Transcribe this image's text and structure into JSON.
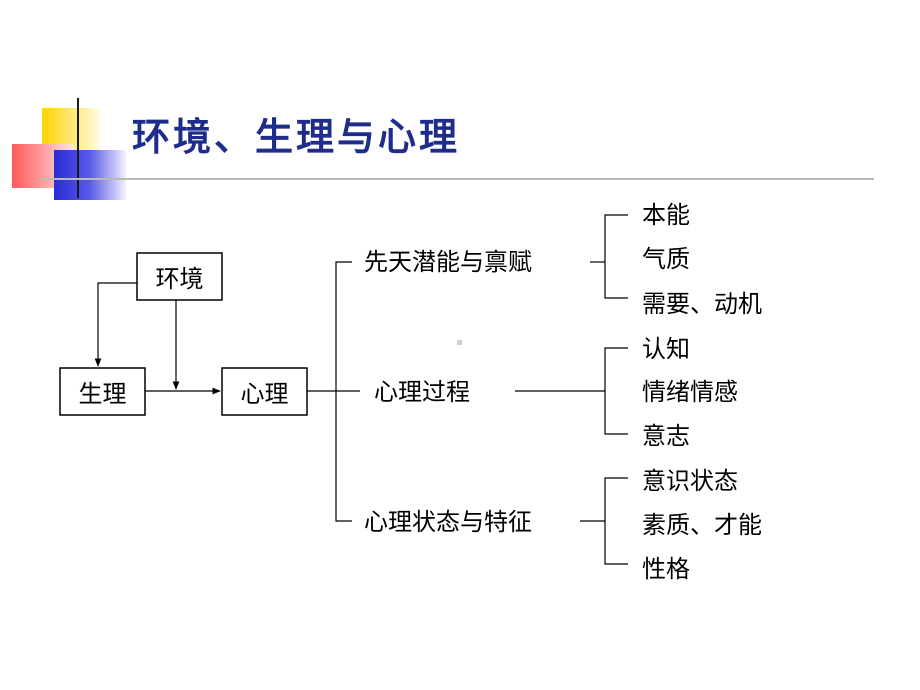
{
  "title": "环境、生理与心理",
  "boxes": {
    "environment": "环境",
    "physiology": "生理",
    "psychology": "心理"
  },
  "branches": [
    {
      "label": "先天潜能与禀赋",
      "items": [
        "本能",
        "气质",
        "需要、动机"
      ]
    },
    {
      "label": "心理过程",
      "items": [
        "认知",
        "情绪情感",
        "意志"
      ]
    },
    {
      "label": "心理状态与特征",
      "items": [
        "意识状态",
        "素质、才能",
        "性格"
      ]
    }
  ],
  "colors": {
    "title": "#1f2d8a",
    "accent_yellow": "#ffd200",
    "accent_red": "#ff5a5a",
    "accent_blue": "#2a2ad8",
    "rule": "#b9b9b9"
  }
}
